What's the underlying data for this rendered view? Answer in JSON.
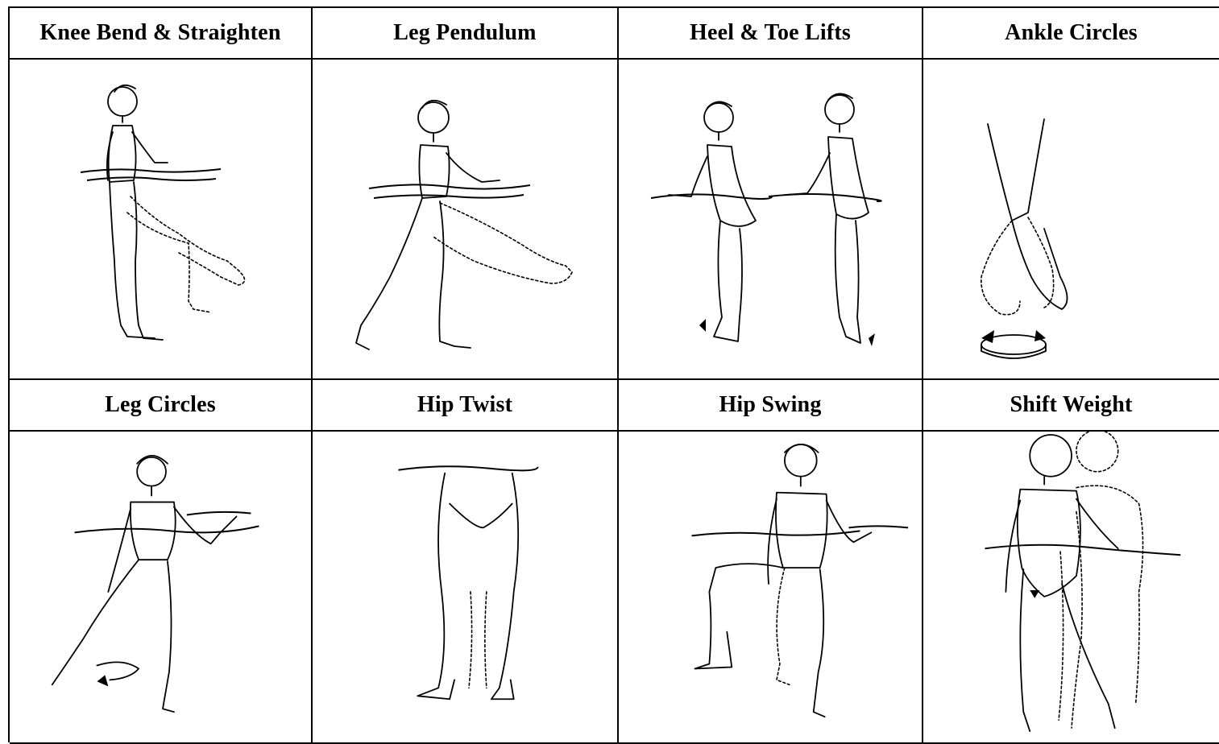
{
  "exercises": [
    {
      "title": "Knee Bend & Straighten",
      "figure": "knee-bend-figure"
    },
    {
      "title": "Leg Pendulum",
      "figure": "leg-pendulum-figure"
    },
    {
      "title": "Heel & Toe Lifts",
      "figure": "heel-toe-figure"
    },
    {
      "title": "Ankle Circles",
      "figure": "ankle-circles-figure"
    },
    {
      "title": "Leg Circles",
      "figure": "leg-circles-figure"
    },
    {
      "title": "Hip Twist",
      "figure": "hip-twist-figure"
    },
    {
      "title": "Hip Swing",
      "figure": "hip-swing-figure"
    },
    {
      "title": "Shift Weight",
      "figure": "shift-weight-figure"
    }
  ]
}
